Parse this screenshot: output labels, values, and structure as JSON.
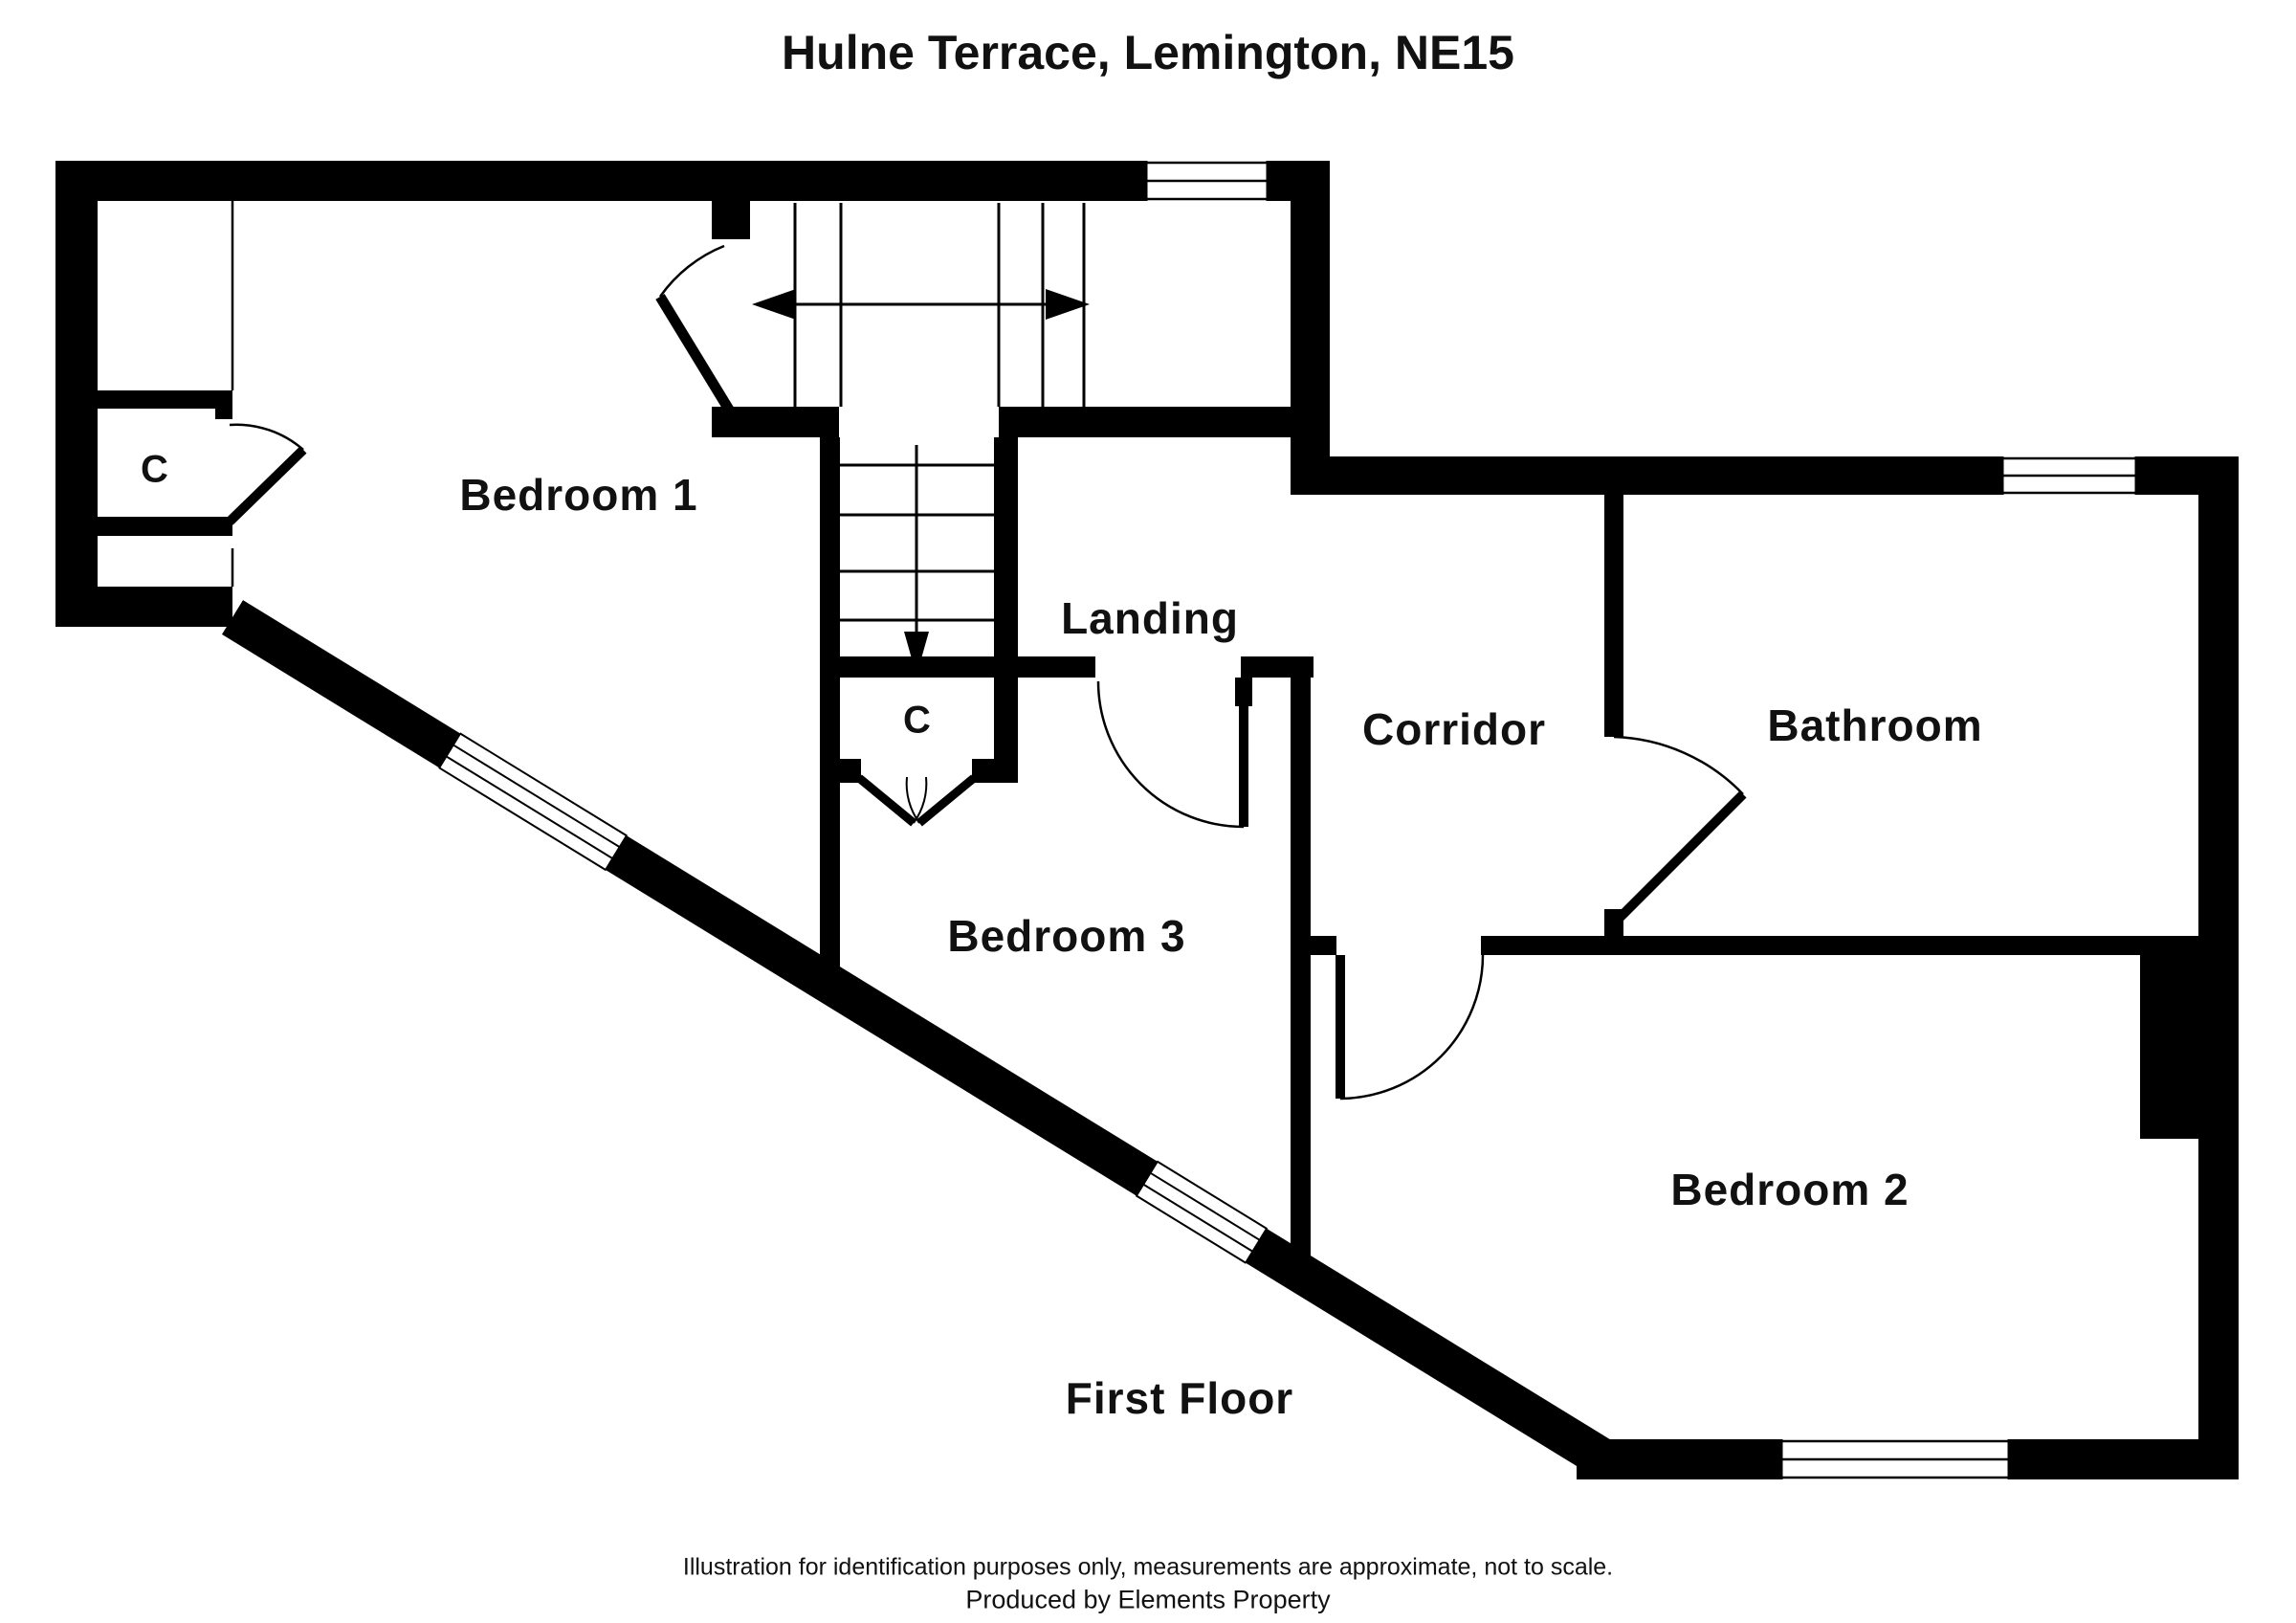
{
  "title": "Hulne Terrace, Lemington, NE15",
  "floor_label": "First Floor",
  "rooms": {
    "bedroom1": "Bedroom 1",
    "bedroom2": "Bedroom 2",
    "bedroom3": "Bedroom 3",
    "landing": "Landing",
    "corridor": "Corridor",
    "bathroom": "Bathroom"
  },
  "closets": {
    "closet1": "C",
    "closet2": "C"
  },
  "footer": {
    "line1": "Illustration for identification purposes only, measurements are approximate, not to scale.",
    "line2": "Produced by Elements Property"
  },
  "colors": {
    "wall": "#000000",
    "background": "#ffffff"
  }
}
